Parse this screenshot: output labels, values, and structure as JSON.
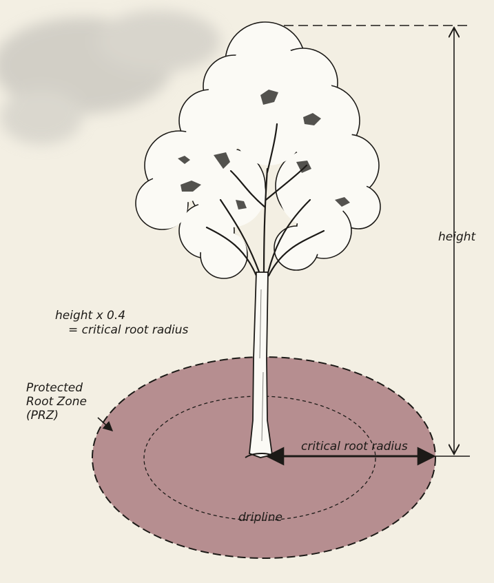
{
  "labels": {
    "height": "height",
    "formula_line1": "height x 0.4",
    "formula_line2": "= critical root radius",
    "prz_line1": "Protected",
    "prz_line2": "Root Zone",
    "prz_line3": "(PRZ)",
    "critical_root_radius": "critical root radius",
    "dripline": "dripline"
  },
  "colors": {
    "background": "#f3efe3",
    "protected_root_zone": "#b68e90",
    "ink": "#1c1a17",
    "foliage": "#fbfaf5",
    "smudge": "#b8b6b0"
  },
  "icons": {
    "height_arrow": "double-headed-vertical-arrow",
    "radius_arrow": "double-headed-horizontal-arrow",
    "prz_pointer": "pointer-arrow"
  }
}
